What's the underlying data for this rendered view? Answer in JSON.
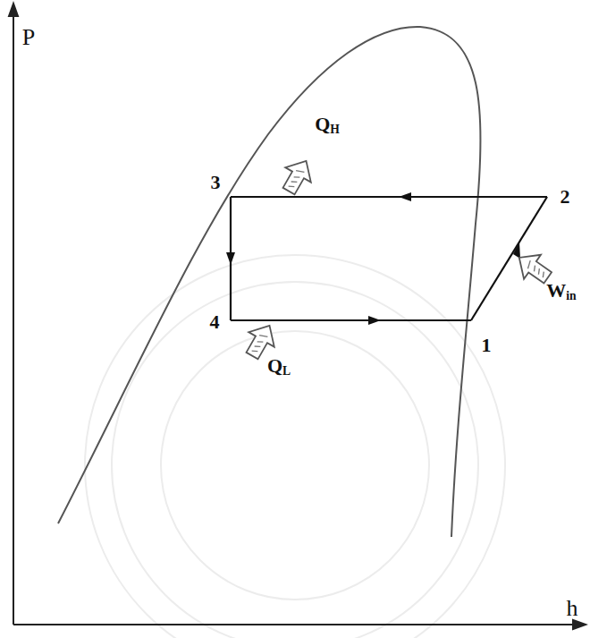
{
  "diagram": {
    "labels": [
      "P",
      "h",
      "3",
      "2",
      "4",
      "1",
      "QH",
      "QL",
      "Win"
    ]
  }
}
